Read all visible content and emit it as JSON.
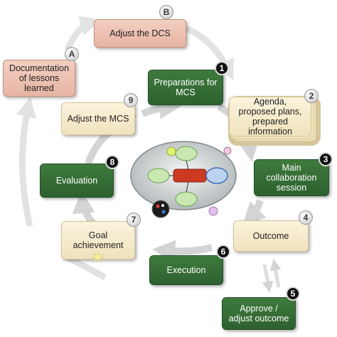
{
  "steps": [
    {
      "badge": "1",
      "label": "Preparations for MCS"
    },
    {
      "badge": "2",
      "label": "Agenda, proposed plans, prepared information"
    },
    {
      "badge": "3",
      "label": "Main collaboration session"
    },
    {
      "badge": "4",
      "label": "Outcome"
    },
    {
      "badge": "5",
      "label": "Approve / adjust outcome"
    },
    {
      "badge": "6",
      "label": "Execution"
    },
    {
      "badge": "7",
      "label": "Goal achievement"
    },
    {
      "badge": "8",
      "label": "Evaluation"
    },
    {
      "badge": "9",
      "label": "Adjust the MCS"
    }
  ],
  "outer": [
    {
      "badge": "A",
      "label": "Documentation of lessons learned"
    },
    {
      "badge": "B",
      "label": "Adjust the DCS"
    }
  ],
  "colors": {
    "green": "#2d6130",
    "cream": "#f5ebcf",
    "pink": "#ecbfae",
    "arrow": "#d7d9d9",
    "badge_dark": "#111111"
  },
  "icons": [
    "star-icon",
    "central-session-illustration"
  ]
}
